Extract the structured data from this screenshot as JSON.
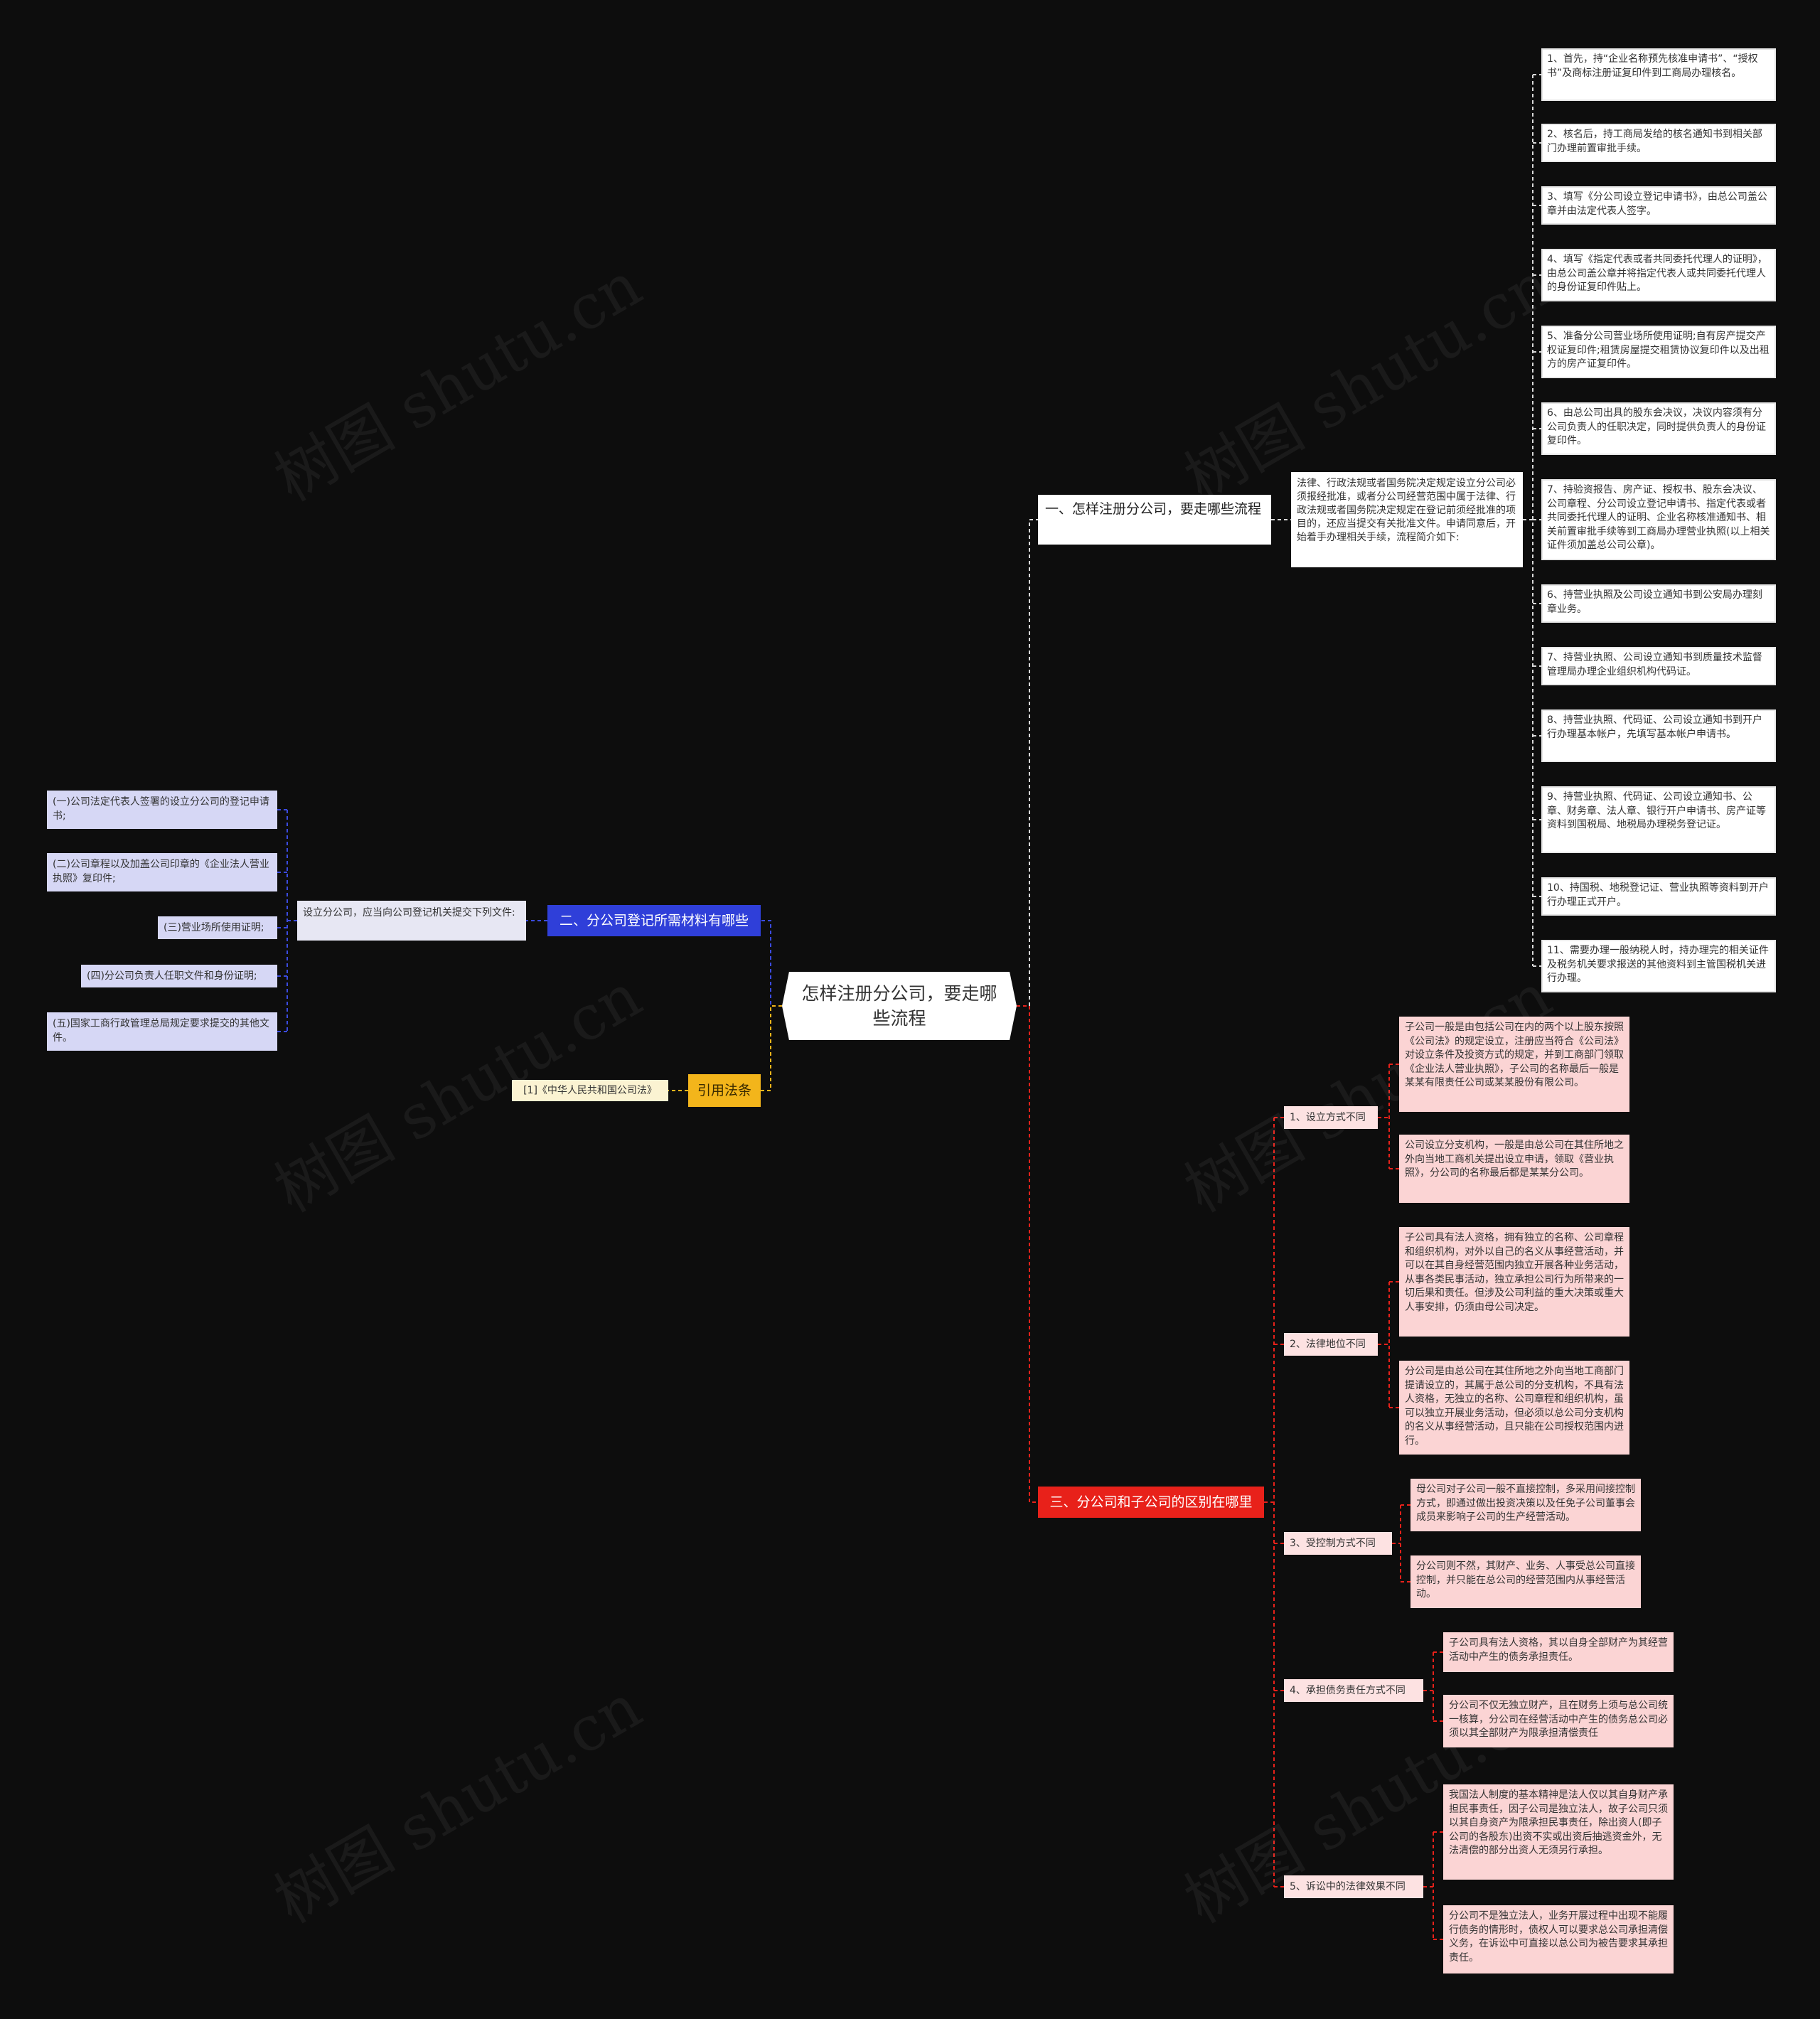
{
  "center": "怎样注册分公司，要走哪些流程",
  "branch1": {
    "label": "一、怎样注册分公司，要走哪些流程",
    "intro": "法律、行政法规或者国务院决定规定设立分公司必须报经批准，或者分公司经营范围中属于法律、行政法规或者国务院决定规定在登记前须经批准的项目的，还应当提交有关批准文件。申请同意后，开始着手办理相关手续，流程简介如下:",
    "steps": [
      "1、首先，持“企业名称预先核准申请书”、“授权书”及商标注册证复印件到工商局办理核名。",
      "2、核名后，持工商局发给的核名通知书到相关部门办理前置审批手续。",
      "3、填写《分公司设立登记申请书》，由总公司盖公章并由法定代表人签字。",
      "4、填写《指定代表或者共同委托代理人的证明》，由总公司盖公章并将指定代表人或共同委托代理人的身份证复印件贴上。",
      "5、准备分公司营业场所使用证明;自有房产提交产权证复印件;租赁房屋提交租赁协议复印件以及出租方的房产证复印件。",
      "6、由总公司出具的股东会决议，决议内容须有分公司负责人的任职决定，同时提供负责人的身份证复印件。",
      "7、持验资报告、房产证、授权书、股东会决议、公司章程、分公司设立登记申请书、指定代表或者共同委托代理人的证明、企业名称核准通知书、相关前置审批手续等到工商局办理营业执照(以上相关证件须加盖总公司公章)。",
      "6、持营业执照及公司设立通知书到公安局办理刻章业务。",
      "7、持营业执照、公司设立通知书到质量技术监督管理局办理企业组织机构代码证。",
      "8、持营业执照、代码证、公司设立通知书到开户行办理基本帐户，先填写基本帐户申请书。",
      "9、持营业执照、代码证、公司设立通知书、公章、财务章、法人章、银行开户申请书、房产证等资料到国税局、地税局办理税务登记证。",
      "10、持国税、地税登记证、营业执照等资料到开户行办理正式开户。",
      "11、需要办理一般纳税人时，持办理完的相关证件及税务机关要求报送的其他资料到主管国税机关进行办理。"
    ]
  },
  "branch2": {
    "label": "二、分公司登记所需材料有哪些",
    "hub": "设立分公司，应当向公司登记机关提交下列文件:",
    "items": [
      "(一)公司法定代表人签署的设立分公司的登记申请书;",
      "(二)公司章程以及加盖公司印章的《企业法人营业执照》复印件;",
      "(三)营业场所使用证明;",
      "(四)分公司负责人任职文件和身份证明;",
      "(五)国家工商行政管理总局规定要求提交的其他文件。"
    ]
  },
  "branch4": {
    "label": "引用法条",
    "law": "[1]《中华人民共和国公司法》"
  },
  "branch3": {
    "label": "三、分公司和子公司的区别在哪里",
    "groups": [
      {
        "label": "1、设立方式不同",
        "details": [
          "子公司一般是由包括公司在内的两个以上股东按照《公司法》的规定设立，注册应当符合《公司法》对设立条件及投资方式的规定，并到工商部门领取《企业法人营业执照》，子公司的名称最后一般是某某有限责任公司或某某股份有限公司。",
          "公司设立分支机构，一般是由总公司在其住所地之外向当地工商机关提出设立申请，领取《营业执照》，分公司的名称最后都是某某分公司。"
        ]
      },
      {
        "label": "2、法律地位不同",
        "details": [
          "子公司具有法人资格，拥有独立的名称、公司章程和组织机构，对外以自己的名义从事经营活动，并可以在其自身经营范围内独立开展各种业务活动，从事各类民事活动，独立承担公司行为所带来的一切后果和责任。但涉及公司利益的重大决策或重大人事安排，仍须由母公司决定。",
          "分公司是由总公司在其住所地之外向当地工商部门提请设立的，其属于总公司的分支机构，不具有法人资格，无独立的名称、公司章程和组织机构，虽可以独立开展业务活动，但必须以总公司分支机构的名义从事经营活动，且只能在公司授权范围内进行。"
        ]
      },
      {
        "label": "3、受控制方式不同",
        "details": [
          "母公司对子公司一般不直接控制，多采用间接控制方式，即通过做出投资决策以及任免子公司董事会成员来影响子公司的生产经营活动。",
          "分公司则不然，其财产、业务、人事受总公司直接控制，并只能在总公司的经营范围内从事经营活动。"
        ]
      },
      {
        "label": "4、承担债务责任方式不同",
        "details": [
          "子公司具有法人资格，其以自身全部财产为其经营活动中产生的债务承担责任。",
          "分公司不仅无独立财产，且在财务上须与总公司统一核算，分公司在经营活动中产生的债务总公司必须以其全部财产为限承担清偿责任"
        ]
      },
      {
        "label": "5、诉讼中的法律效果不同",
        "details": [
          "我国法人制度的基本精神是法人仅以其自身财产承担民事责任，因子公司是独立法人，故子公司只须以其自身资产为限承担民事责任，除出资人(即子公司的各股东)出资不实或出资后抽逃资金外，无法清偿的部分出资人无须另行承担。",
          "分公司不是独立法人，业务开展过程中出现不能履行债务的情形时，债权人可以要求总公司承担清偿义务，在诉讼中可直接以总公司为被告要求其承担责任。"
        ]
      }
    ]
  },
  "watermark": "树图 shutu.cn",
  "colors": {
    "background": "#0d0d0d",
    "branch2": "#2f3fd9",
    "branch3": "#e8211a",
    "branch4": "#f3b51b",
    "materials": "#d6d7f5",
    "differences": "#fbd4d4",
    "law": "#fbf3d2"
  }
}
